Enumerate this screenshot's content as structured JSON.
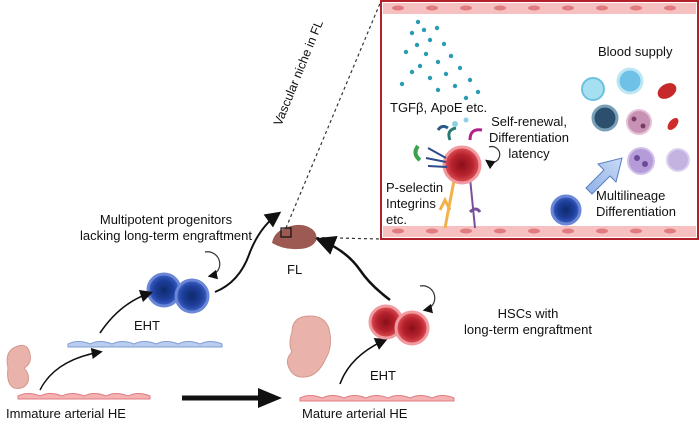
{
  "labels": {
    "vascular_niche": "Vascular niche in FL",
    "tgfb": "TGFβ, ApoE etc.",
    "self_renewal_1": "Self-renewal,",
    "self_renewal_2": "Differentiation",
    "self_renewal_3": "latency",
    "blood_supply": "Blood supply",
    "pselectin_1": "P-selectin",
    "pselectin_2": "Integrins",
    "pselectin_3": "etc.",
    "multilineage_1": "Multilineage",
    "multilineage_2": "Differentiation",
    "mpp_1": "Multipotent progenitors",
    "mpp_2": "lacking long-term engraftment",
    "eht_top": "EHT",
    "fl": "FL",
    "hsc_1": "HSCs with",
    "hsc_2": "long-term engraftment",
    "eht_bottom": "EHT",
    "immature_he": "Immature arterial HE",
    "mature_he": "Mature arterial HE"
  },
  "colors": {
    "blue_cell": "#3a56b8",
    "red_cell": "#b8232e",
    "endothelium": "#f4b2b2",
    "fl_liver": "#9c5a52",
    "embryo": "#e9b3ab",
    "panel_border": "#b3202a"
  }
}
